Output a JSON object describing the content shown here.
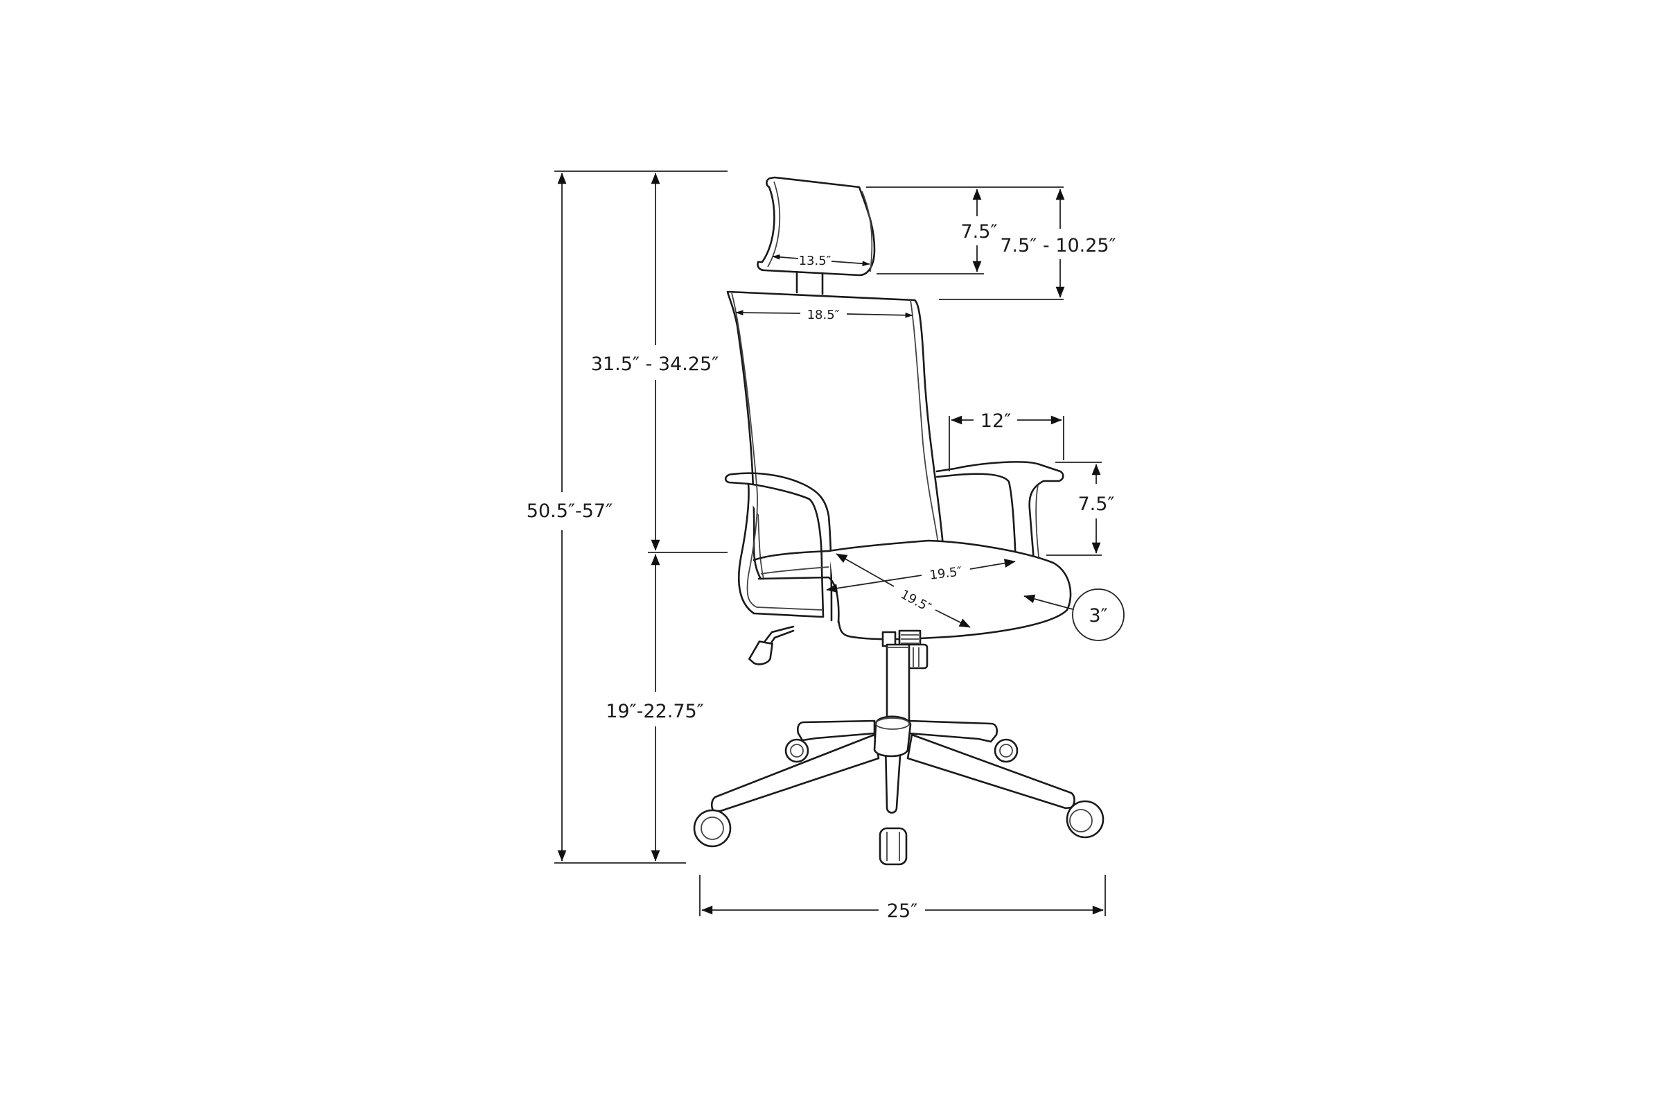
{
  "diagram": {
    "subject": "High-back office chair dimension drawing",
    "background_color": "#ffffff",
    "line_color": "#1a1a1a",
    "dimensions": {
      "overall_height": "50.5″-57″",
      "backrest_height": "31.5″ - 34.25″",
      "seat_height": "19″-22.75″",
      "headrest_height": "7.5″",
      "headrest_adjust": "7.5″ - 10.25″",
      "headrest_width": "13.5″",
      "backrest_width": "18.5″",
      "armrest_depth": "12″",
      "armrest_height": "7.5″",
      "seat_width": "19.5″",
      "seat_depth": "19.5″",
      "seat_thickness": "3″",
      "base_width": "25″"
    }
  }
}
